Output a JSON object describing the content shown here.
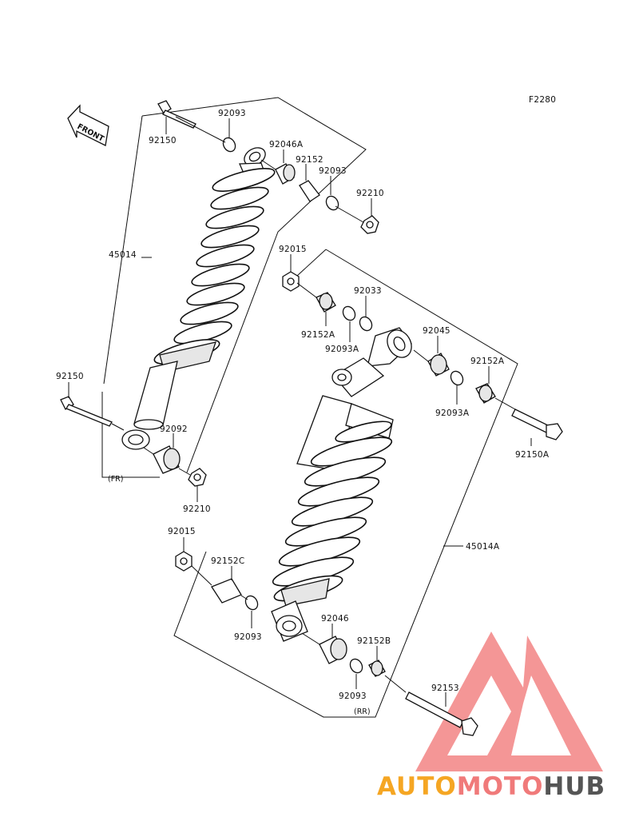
{
  "figure_ref": "F2280",
  "front_indicator": "FRONT",
  "variants": {
    "front": "(FR)",
    "rear": "(RR)"
  },
  "labels": {
    "p92150_top": "92150",
    "p92093_top": "92093",
    "p92046A": "92046A",
    "p92152": "92152",
    "p92093_mid": "92093",
    "p92210_top": "92210",
    "p45014": "45014",
    "p92015_top": "92015",
    "p92033": "92033",
    "p92152A_left": "92152A",
    "p92093A_left": "92093A",
    "p92045": "92045",
    "p92152A_right": "92152A",
    "p92093A_right": "92093A",
    "p92150A": "92150A",
    "p92150_left": "92150",
    "p92092": "92092",
    "p92210_bottom": "92210",
    "p92015_bottom": "92015",
    "p92152C": "92152C",
    "p45014A": "45014A",
    "p92046": "92046",
    "p92093_low": "92093",
    "p92152B": "92152B",
    "p92153": "92153",
    "p92093_bottom": "92093"
  },
  "watermark": {
    "word_part1": "AUTO",
    "word_part2": "MOTO",
    "word_part3": "HUB"
  },
  "colors": {
    "line": "#111111",
    "watermark_red": "#f06b6b",
    "watermark_orange": "#f5a623",
    "watermark_gray": "#555555"
  }
}
